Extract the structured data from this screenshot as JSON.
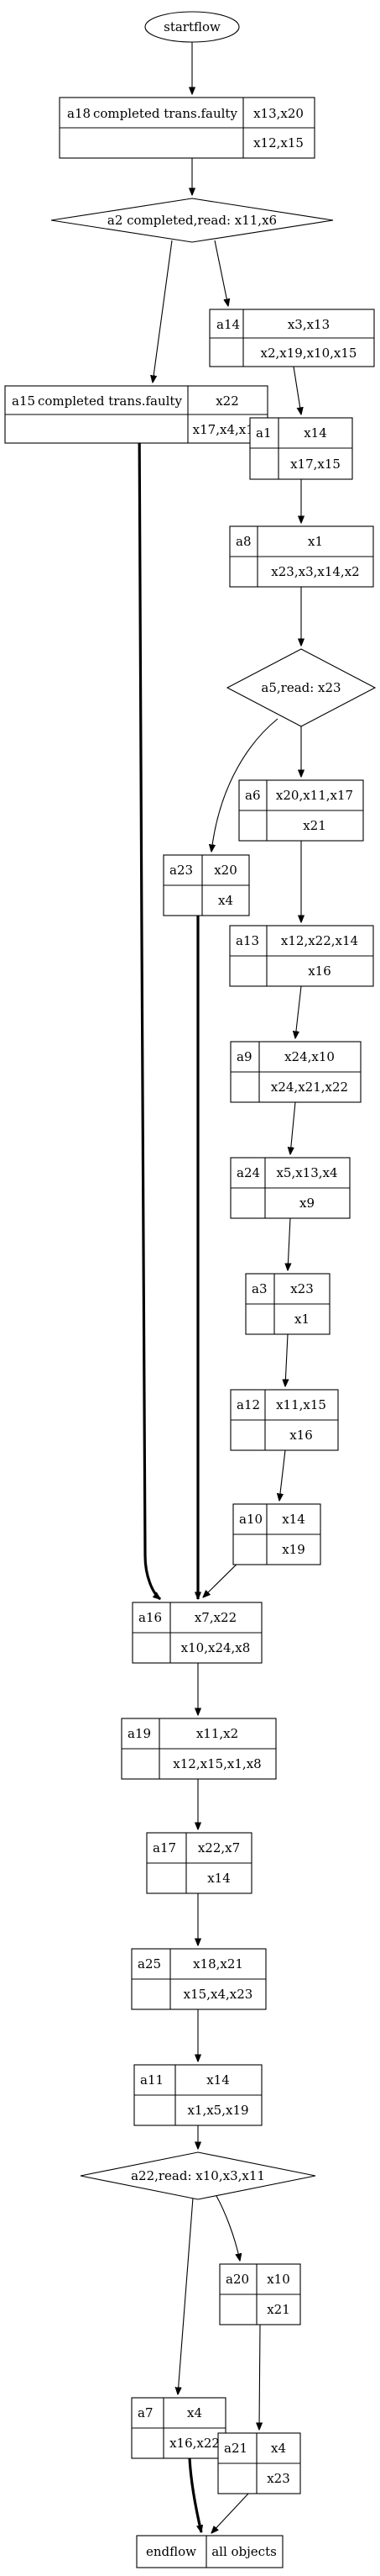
{
  "nodes": {
    "startflow": {
      "label": "startflow"
    },
    "a18": {
      "id": "a18",
      "name": "completed trans.faulty",
      "vars_top": "x13,x20",
      "vars_bottom": "x12,x15"
    },
    "a2": {
      "label": "a2 completed,read: x11,x6"
    },
    "a14": {
      "id": "a14",
      "vars_top": "x3,x13",
      "vars_bottom": "x2,x19,x10,x15"
    },
    "a15": {
      "id": "a15",
      "name": "completed trans.faulty",
      "vars_top": "x22",
      "vars_bottom": "x17,x4,x13"
    },
    "a1": {
      "id": "a1",
      "vars_top": "x14",
      "vars_bottom": "x17,x15"
    },
    "a8": {
      "id": "a8",
      "vars_top": "x1",
      "vars_bottom": "x23,x3,x14,x2"
    },
    "a5": {
      "label": "a5,read: x23"
    },
    "a6": {
      "id": "a6",
      "vars_top": "x20,x11,x17",
      "vars_bottom": "x21"
    },
    "a23": {
      "id": "a23",
      "vars_top": "x20",
      "vars_bottom": "x4"
    },
    "a13": {
      "id": "a13",
      "vars_top": "x12,x22,x14",
      "vars_bottom": "x16"
    },
    "a9": {
      "id": "a9",
      "vars_top": "x24,x10",
      "vars_bottom": "x24,x21,x22"
    },
    "a24": {
      "id": "a24",
      "vars_top": "x5,x13,x4",
      "vars_bottom": "x9"
    },
    "a3": {
      "id": "a3",
      "vars_top": "x23",
      "vars_bottom": "x1"
    },
    "a12": {
      "id": "a12",
      "vars_top": "x11,x15",
      "vars_bottom": "x16"
    },
    "a10": {
      "id": "a10",
      "vars_top": "x14",
      "vars_bottom": "x19"
    },
    "a16": {
      "id": "a16",
      "vars_top": "x7,x22",
      "vars_bottom": "x10,x24,x8"
    },
    "a19": {
      "id": "a19",
      "vars_top": "x11,x2",
      "vars_bottom": "x12,x15,x1,x8"
    },
    "a17": {
      "id": "a17",
      "vars_top": "x22,x7",
      "vars_bottom": "x14"
    },
    "a25": {
      "id": "a25",
      "vars_top": "x18,x21",
      "vars_bottom": "x15,x4,x23"
    },
    "a11": {
      "id": "a11",
      "vars_top": "x14",
      "vars_bottom": "x1,x5,x19"
    },
    "a22": {
      "label": "a22,read: x10,x3,x11"
    },
    "a20": {
      "id": "a20",
      "vars_top": "x10",
      "vars_bottom": "x21"
    },
    "a7": {
      "id": "a7",
      "vars_top": "x4",
      "vars_bottom": "x16,x22"
    },
    "a21": {
      "id": "a21",
      "vars_top": "x4",
      "vars_bottom": "x23"
    },
    "endflow": {
      "label": "endflow",
      "objects_label": "all objects"
    }
  }
}
